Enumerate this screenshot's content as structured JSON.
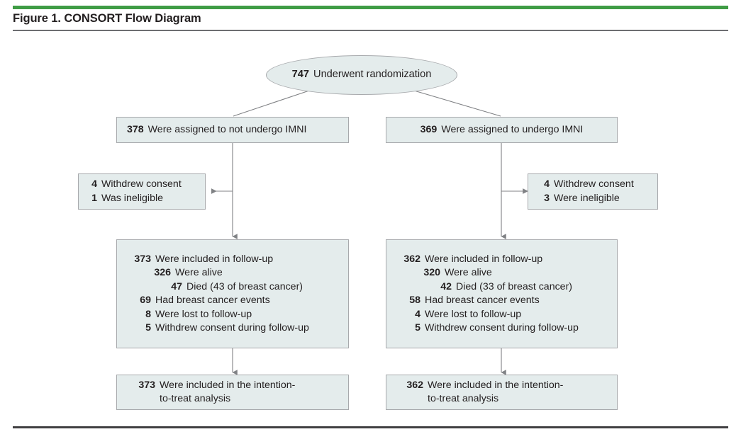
{
  "figure": {
    "title": "Figure 1. CONSORT Flow Diagram",
    "accent_color": "#3f9c45",
    "node_fill": "#e4ecec",
    "node_border": "#a7a9ac",
    "line_color": "#808285",
    "text_color": "#231f20"
  },
  "flow": {
    "randomization": {
      "number": "747",
      "text": "Underwent randomization"
    },
    "arms": [
      {
        "id": "no-imni",
        "assigned": {
          "number": "378",
          "text": "Were assigned to not undergo IMNI"
        },
        "exclusions": [
          {
            "number": "4",
            "text": "Withdrew consent"
          },
          {
            "number": "1",
            "text": "Was ineligible"
          }
        ],
        "followup": [
          {
            "number": "373",
            "text": "Were included in follow-up",
            "level": 0
          },
          {
            "number": "326",
            "text": "Were alive",
            "level": 1
          },
          {
            "number": "47",
            "text": "Died (43 of breast cancer)",
            "level": 2
          },
          {
            "number": "69",
            "text": "Had breast cancer events",
            "level": 0
          },
          {
            "number": "8",
            "text": "Were lost to follow-up",
            "level": 0
          },
          {
            "number": "5",
            "text": "Withdrew consent during follow-up",
            "level": 0
          }
        ],
        "analysis": {
          "number": "373",
          "text": "Were included in the intention-",
          "text_line2": "to-treat analysis"
        }
      },
      {
        "id": "imni",
        "assigned": {
          "number": "369",
          "text": "Were assigned to undergo IMNI"
        },
        "exclusions": [
          {
            "number": "4",
            "text": "Withdrew consent"
          },
          {
            "number": "3",
            "text": "Were ineligible"
          }
        ],
        "followup": [
          {
            "number": "362",
            "text": "Were included in follow-up",
            "level": 0
          },
          {
            "number": "320",
            "text": "Were alive",
            "level": 1
          },
          {
            "number": "42",
            "text": "Died (33 of breast cancer)",
            "level": 2
          },
          {
            "number": "58",
            "text": "Had breast cancer events",
            "level": 0
          },
          {
            "number": "4",
            "text": "Were lost to follow-up",
            "level": 0
          },
          {
            "number": "5",
            "text": "Withdrew consent during follow-up",
            "level": 0
          }
        ],
        "analysis": {
          "number": "362",
          "text": "Were included in the intention-",
          "text_line2": "to-treat analysis"
        }
      }
    ]
  }
}
